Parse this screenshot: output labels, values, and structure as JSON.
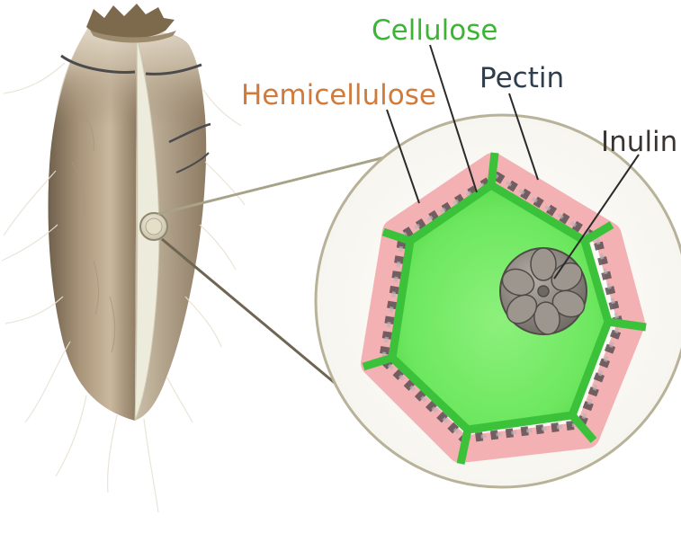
{
  "labels": {
    "cellulose": {
      "text": "Cellulose",
      "color": "#3cb534"
    },
    "pectin": {
      "text": "Pectin",
      "color": "#2f3d4c"
    },
    "hemicellulose": {
      "text": "Hemicellulose",
      "color": "#d27a3a"
    },
    "inulin": {
      "text": "Inulin",
      "color": "#3b3531"
    }
  },
  "colors": {
    "root_light": "#e2d6c4",
    "root_dark": "#8d7a62",
    "root_cut_face": "#ecebdc",
    "cell_fill": "#6ee860",
    "cell_wall_green": "#3cc23a",
    "hemicellulose_pink": "#f2a5a8",
    "pectin_dark": "#5a4f52",
    "inulin_gray": "#8a847d",
    "zoom_border": "#b8b299"
  }
}
